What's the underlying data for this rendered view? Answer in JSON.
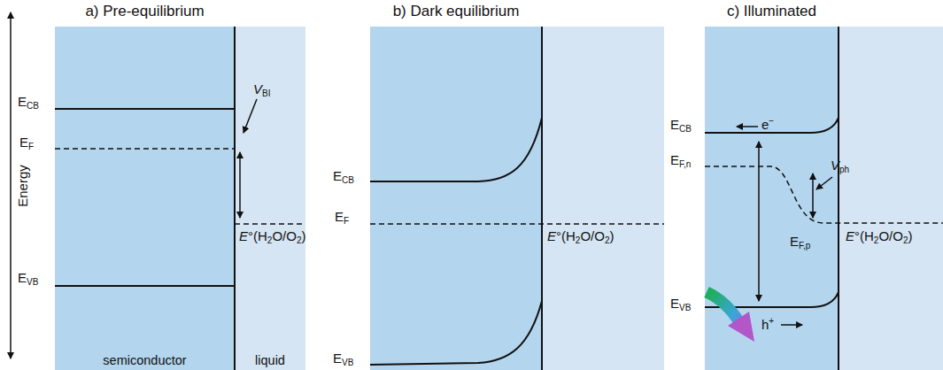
{
  "diagram": {
    "nodes": [
      {
        "text": [
          "semiconductor"
        ]
      },
      {
        "text": [
          "liquid"
        ]
      }
    ],
    "labels": [
      "a) Pre-equilibrium",
      "b) Dark equilibrium",
      "c) Illuminated",
      "Energy",
      "ECB",
      "EF",
      "VBI",
      "E°(H2O/O2)",
      "EVB",
      "ECB",
      "EF",
      "E°(H2O/O2)",
      "EVB",
      "ECB",
      "e−",
      "EF,n",
      "Vph",
      "EF,p",
      "E°(H2O/O2)",
      "EVB",
      "h+"
    ]
  }
}
